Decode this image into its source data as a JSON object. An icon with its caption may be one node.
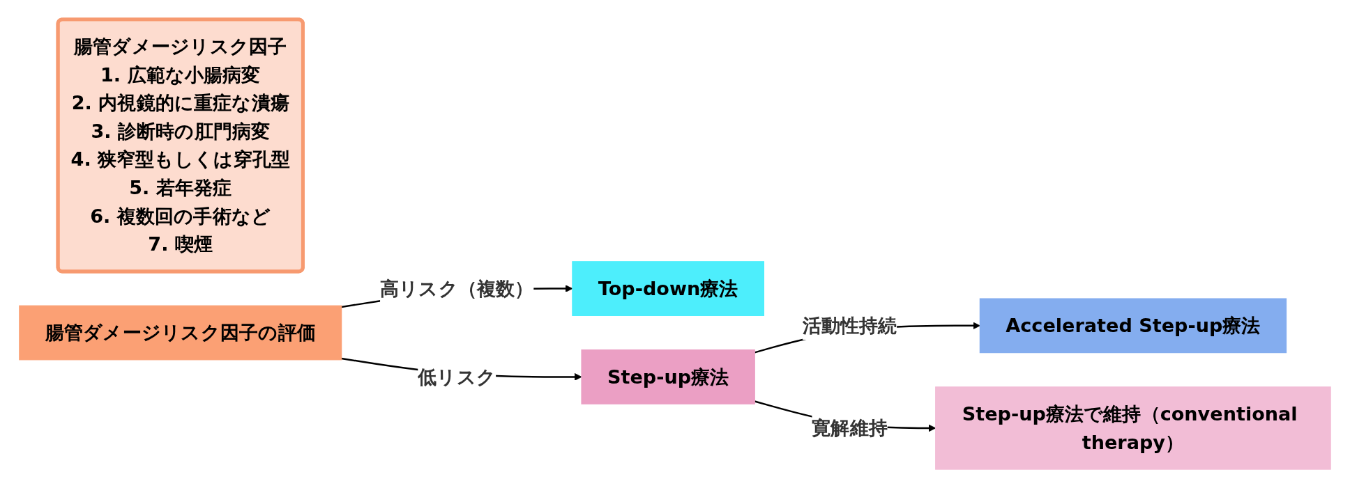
{
  "diagram": {
    "nodes": [
      {
        "text": [
          "腸管ダメージリスク因子",
          "1. 広範な小腸病変",
          "2. 内視鏡的に重症な潰瘍",
          "3. 診断時の肛門病変",
          "4. 狭窄型もしくは穿孔型",
          "5. 若年発症",
          "6. 複数回の手術など",
          "7. 喫煙"
        ]
      },
      {
        "text": [
          "腸管ダメージリスク因子の評価"
        ]
      },
      {
        "text": [
          "Top-down療法"
        ]
      },
      {
        "text": [
          "Step-up療法"
        ]
      },
      {
        "text": [
          "Accelerated Step-up療法"
        ]
      },
      {
        "text": [
          "Step-up療法で維持（conventional therapy）"
        ]
      }
    ],
    "edges": [
      {
        "from": 1,
        "to": 2,
        "arrow": "to",
        "label": "高リスク（複数）"
      },
      {
        "from": 1,
        "to": 3,
        "arrow": "to",
        "label": "低リスク"
      },
      {
        "from": 3,
        "to": 4,
        "arrow": "to",
        "label": "活動性持続"
      },
      {
        "from": 3,
        "to": 5,
        "arrow": "to",
        "label": "寛解維持"
      }
    ]
  }
}
